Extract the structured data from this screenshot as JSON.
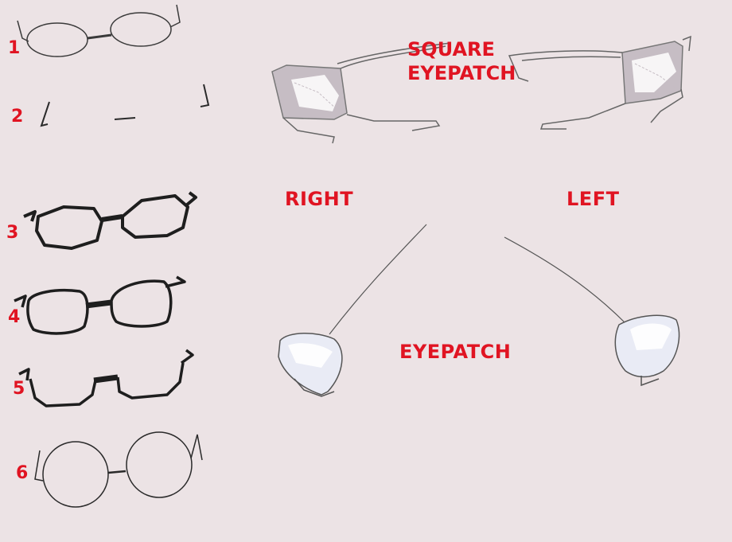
{
  "glasses": {
    "numbers": [
      "1",
      "2",
      "3",
      "4",
      "5",
      "6"
    ]
  },
  "labels": {
    "square_eyepatch_line1": "SQUARE",
    "square_eyepatch_line2": "EYEPATCH",
    "right": "RIGHT",
    "left": "LEFT",
    "eyepatch": "EYEPATCH"
  },
  "colors": {
    "background": "#ece3e5",
    "label": "#e01422",
    "frame": "#1e1e1e",
    "patch_fill": "#c6bdc4",
    "patch_highlight": "#ffffff",
    "round_patch_fill": "#e9ebf5"
  }
}
